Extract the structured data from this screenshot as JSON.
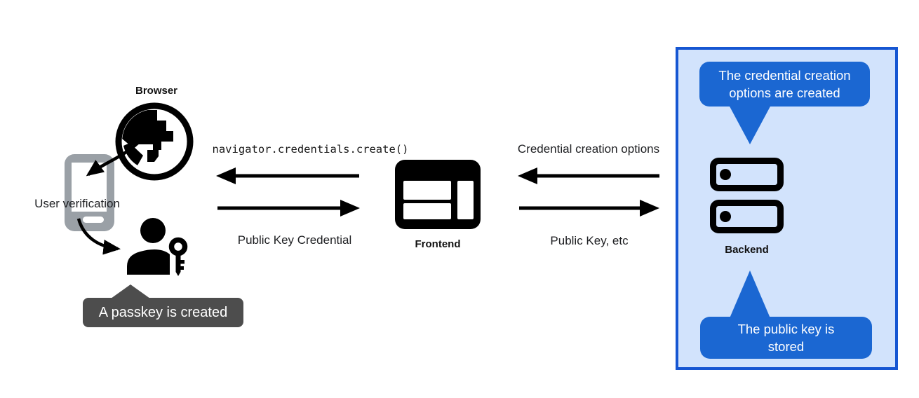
{
  "diagram": {
    "title_context": "Passkey registration flow",
    "nodes": {
      "browser_label": "Browser",
      "user_verification_label": "User verification",
      "frontend_label": "Frontend",
      "backend_label": "Backend"
    },
    "messages": {
      "create_call": "navigator.credentials.create()",
      "public_key_credential": "Public Key Credential",
      "credential_creation_options": "Credential creation options",
      "public_key_etc": "Public Key, etc"
    },
    "callouts": {
      "passkey_created": "A passkey is created",
      "options_created": "The credential creation options are created",
      "public_key_stored": "The public key is stored"
    },
    "icons": {
      "browser": "globe-icon",
      "device": "smartphone-icon",
      "user": "person-with-key-icon",
      "frontend": "browser-window-icon",
      "backend": "server-stack-icon"
    },
    "colors": {
      "callout_blue": "#1b67d2",
      "box_border_blue": "#1656d2",
      "box_bg_blue": "#d2e3fc",
      "tooltip_gray": "#4d4d4d",
      "icon_black": "#000000",
      "phone_gray": "#9aa0a6"
    }
  }
}
